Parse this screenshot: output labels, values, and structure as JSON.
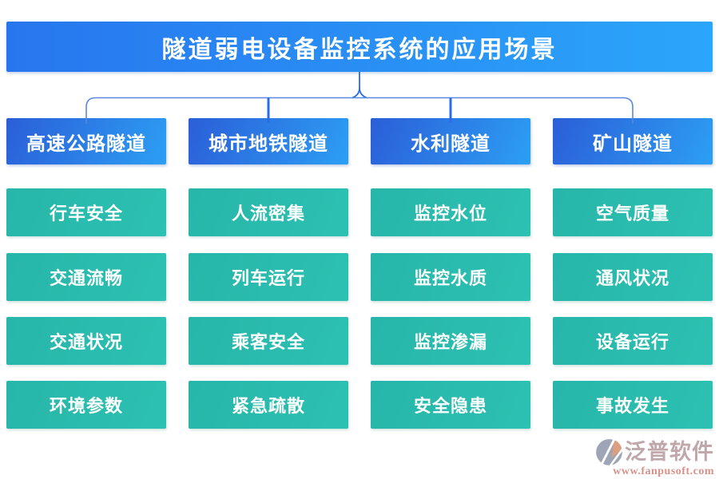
{
  "title": "隧道弱电设备监控系统的应用场景",
  "columns": [
    {
      "header": "高速公路隧道",
      "items": [
        "行车安全",
        "交通流畅",
        "交通状况",
        "环境参数"
      ]
    },
    {
      "header": "城市地铁隧道",
      "items": [
        "人流密集",
        "列车运行",
        "乘客安全",
        "紧急疏散"
      ]
    },
    {
      "header": "水利隧道",
      "items": [
        "监控水位",
        "监控水质",
        "监控渗漏",
        "安全隐患"
      ]
    },
    {
      "header": "矿山隧道",
      "items": [
        "空气质量",
        "通风状况",
        "设备运行",
        "事故发生"
      ]
    }
  ],
  "watermark": {
    "brand": "泛普软件",
    "url": "www.fanpusoft.com",
    "logo_icon": "fanpu-logo-icon"
  },
  "colors": {
    "title_gradient_left": "#2876ee",
    "title_gradient_right": "#2aa6fb",
    "header_gradient_left": "#2b5ed8",
    "header_gradient_right": "#2c9ff4",
    "item_gradient_left": "#27b6a9",
    "item_gradient_right": "#2cc1b2",
    "connector": "#5b87e2",
    "connector_drop": "#2b6ce6",
    "brand_text": "#b5989c",
    "brand_url": "#d08076",
    "logo_grey": "#8e96ab",
    "logo_orange": "#d78f6a"
  }
}
